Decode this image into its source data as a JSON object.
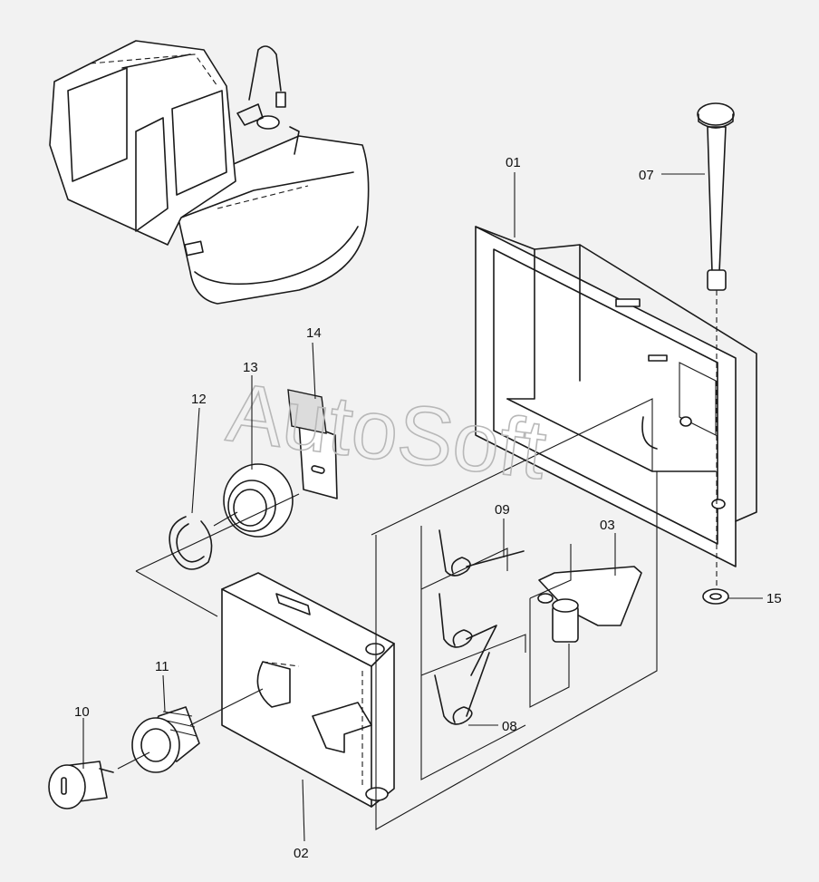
{
  "watermark": "AutoSoft",
  "callouts": [
    {
      "id": "01"
    },
    {
      "id": "02"
    },
    {
      "id": "03"
    },
    {
      "id": "07"
    },
    {
      "id": "08"
    },
    {
      "id": "09"
    },
    {
      "id": "10"
    },
    {
      "id": "11"
    },
    {
      "id": "12"
    },
    {
      "id": "13"
    },
    {
      "id": "14"
    },
    {
      "id": "15"
    }
  ]
}
